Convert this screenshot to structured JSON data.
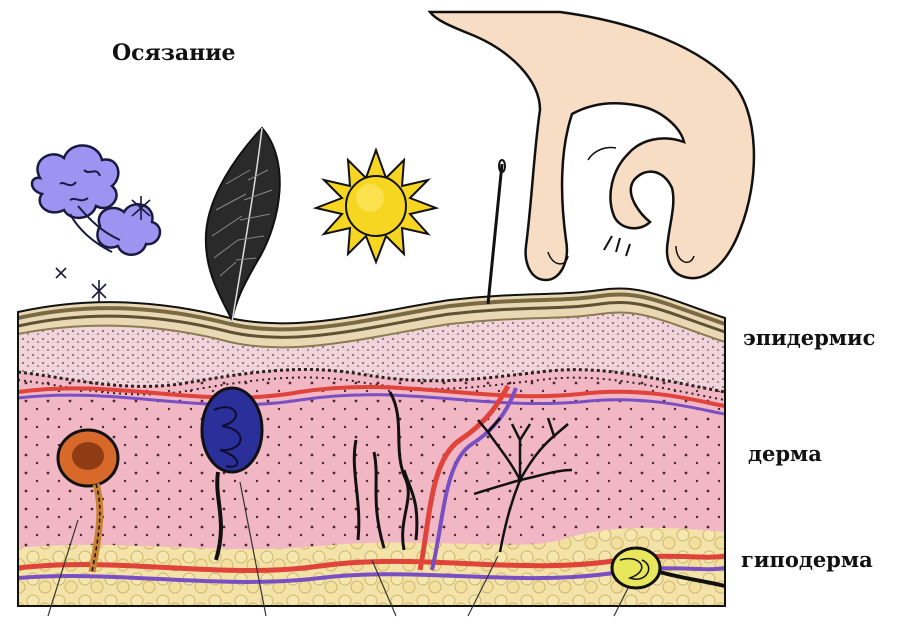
{
  "title": "Осязание",
  "layers": {
    "epidermis": "эпидермис",
    "dermis": "дерма",
    "hypodermis": "гиподерма"
  },
  "colors": {
    "epidermis_top": "#ead8b4",
    "epidermis_stripe": "#7a6a44",
    "stratum": "#f1d3dc",
    "dermis": "#f1b7c4",
    "fat": "#f4e3a8",
    "artery": "#e0433a",
    "vein": "#7b4fc4",
    "sun": "#f7d622",
    "cold_cloud": "#9c94f0",
    "receptor_blue": "#2b2f9a",
    "receptor_orange": "#d7692a"
  },
  "icons": [
    "cold-cloud-icon",
    "snowflake-icon",
    "feather-icon",
    "sun-icon",
    "needle-icon",
    "hand-icon"
  ]
}
